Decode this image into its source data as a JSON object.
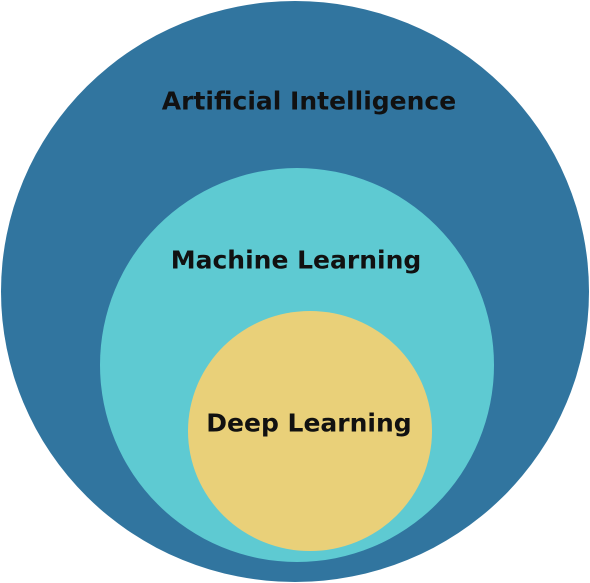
{
  "diagram": {
    "circles": [
      {
        "id": "ai",
        "label": "Artificial Intelligence",
        "color": "#31759f"
      },
      {
        "id": "ml",
        "label": "Machine Learning",
        "color": "#5ecad2"
      },
      {
        "id": "dl",
        "label": "Deep Learning",
        "color": "#e9d079"
      }
    ]
  }
}
